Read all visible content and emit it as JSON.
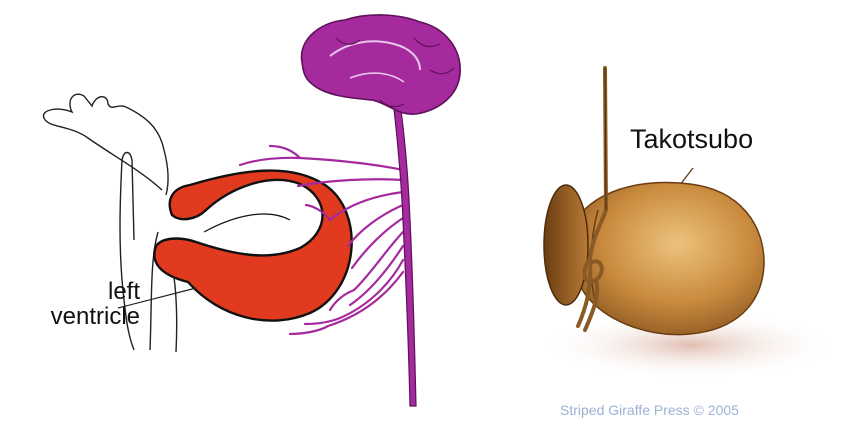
{
  "labels": {
    "left_ventricle_line1": "left",
    "left_ventricle_line2": "ventricle",
    "takotsubo": "Takotsubo"
  },
  "credit": "Striped Giraffe Press © 2005",
  "colors": {
    "ventricle": "#e13a1f",
    "nervous_system": "#a42a9e",
    "pot_body": "#c98a3e",
    "rope": "#8a5a26",
    "credit_text": "#9db2d4"
  },
  "icons": [
    "heart-outline",
    "left-ventricle-shape",
    "brain",
    "spinal-cord",
    "nerve-network",
    "takotsubo-pot",
    "rope"
  ]
}
